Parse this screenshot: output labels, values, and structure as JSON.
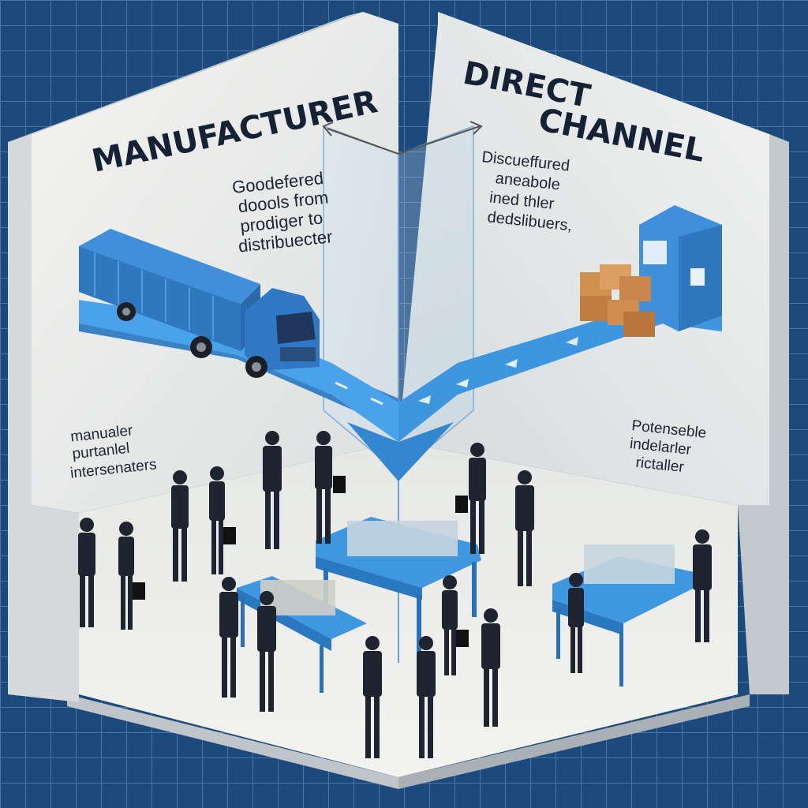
{
  "colors": {
    "background": "#1d4a7c",
    "grid": "#5f88b5",
    "panel": "#eceeec",
    "panel_shadow": "#c8ccce",
    "road_blue": "#3f97e0",
    "suit": "#1f2530",
    "box": "#c8864a"
  },
  "left_panel": {
    "title": "MANUFACTURER",
    "note_lines": [
      "Goodefered",
      "doools from",
      "prodiger to",
      "distribuecter"
    ],
    "side_note_lines": [
      "manualer",
      "purtanlel",
      "intersenaters"
    ]
  },
  "right_panel": {
    "title_lines": [
      "DIRECT",
      "CHANNEL"
    ],
    "note_lines": [
      "Discueffured",
      "aneabole",
      "ined thler",
      "dedslibuers,"
    ],
    "side_note_lines": [
      "Potenseble",
      "indelarler",
      "rictaller"
    ]
  },
  "icons": [
    "truck-icon",
    "boxes-icon",
    "arrow-icon",
    "person-icon",
    "table-icon"
  ]
}
